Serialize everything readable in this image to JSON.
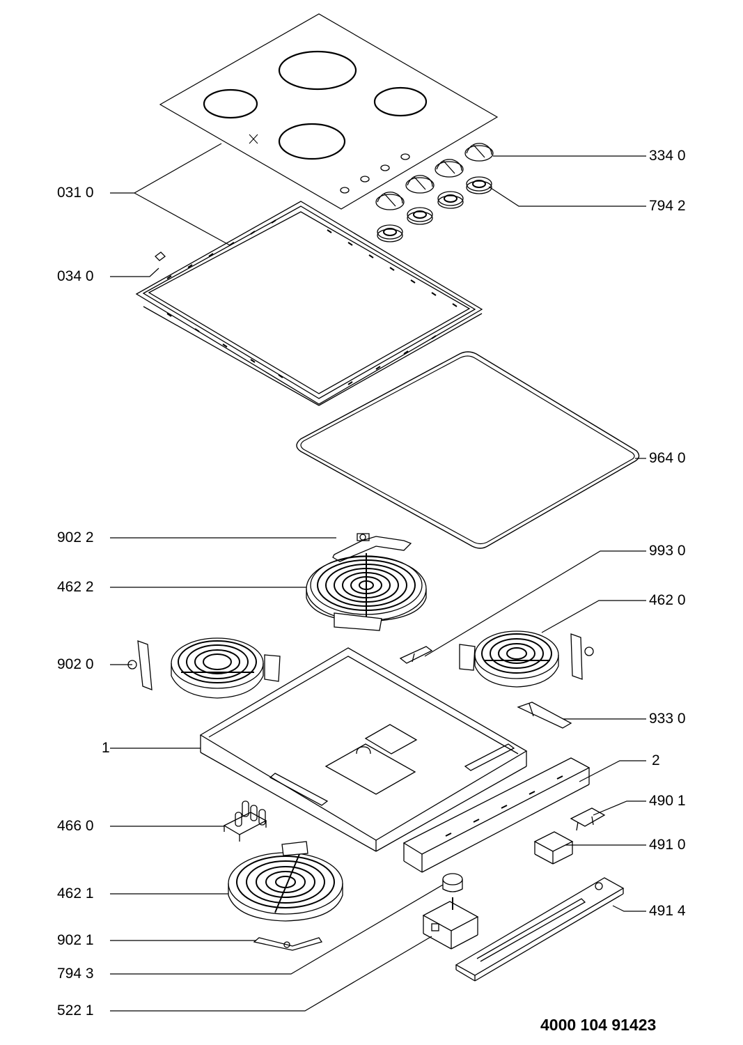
{
  "labels_left": [
    {
      "id": "031",
      "text": "031 0"
    },
    {
      "id": "034",
      "text": "034 0"
    },
    {
      "id": "9022",
      "text": "902 2"
    },
    {
      "id": "4622",
      "text": "462 2"
    },
    {
      "id": "9020",
      "text": "902 0"
    },
    {
      "id": "one",
      "text": "1"
    },
    {
      "id": "4660",
      "text": "466 0"
    },
    {
      "id": "4621",
      "text": "462 1"
    },
    {
      "id": "9021",
      "text": "902 1"
    },
    {
      "id": "7943",
      "text": "794 3"
    },
    {
      "id": "5221",
      "text": "522 1"
    }
  ],
  "labels_right": [
    {
      "id": "3340",
      "text": "334 0"
    },
    {
      "id": "7942",
      "text": "794 2"
    },
    {
      "id": "9640",
      "text": "964 0"
    },
    {
      "id": "9930",
      "text": "993 0"
    },
    {
      "id": "4620",
      "text": "462 0"
    },
    {
      "id": "9330",
      "text": "933 0"
    },
    {
      "id": "two",
      "text": "2"
    },
    {
      "id": "4901",
      "text": "490 1"
    },
    {
      "id": "4910",
      "text": "491 0"
    },
    {
      "id": "4914",
      "text": "491 4"
    }
  ],
  "document_number": "4000 104 91423",
  "colors": {
    "line": "#000000",
    "background": "#ffffff"
  }
}
